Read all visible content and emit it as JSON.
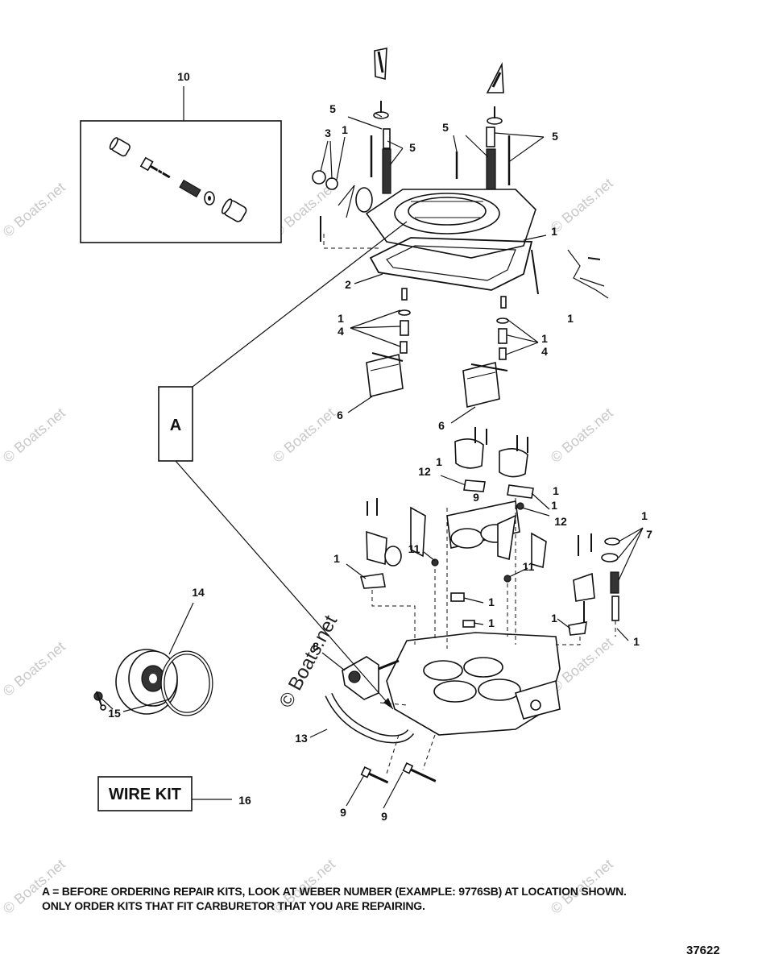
{
  "callouts": {
    "c10": "10",
    "c3": "3",
    "c5a": "5",
    "c5b": "5",
    "c5c": "5",
    "c5d": "5",
    "c1a": "1",
    "c1b": "1",
    "c1c": "1",
    "c2": "2",
    "c1d": "1",
    "c4a": "4",
    "c1e": "1",
    "c4b": "4",
    "c6a": "6",
    "c6b": "6",
    "c1f": "1",
    "c12a": "12",
    "c9a": "9",
    "c1g": "1",
    "c1h": "1",
    "c12b": "12",
    "c1i": "1",
    "c7": "7",
    "c1j": "1",
    "c11a": "11",
    "c11b": "11",
    "c1k": "1",
    "c1l": "1",
    "c1m": "1",
    "c1n": "1",
    "c14": "14",
    "c8": "8",
    "c15": "15",
    "c13": "13",
    "c16": "16",
    "c9b": "9",
    "c9c": "9"
  },
  "box_a_label": "A",
  "wire_kit_label": "WIRE KIT",
  "note_line1": "A = BEFORE ORDERING REPAIR KITS, LOOK AT WEBER NUMBER (EXAMPLE: 9776SB) AT LOCATION SHOWN.",
  "note_line2": "ONLY ORDER KITS THAT FIT CARBURETOR THAT YOU ARE REPAIRING.",
  "figure_number": "37622",
  "watermark": "© Boats.net"
}
